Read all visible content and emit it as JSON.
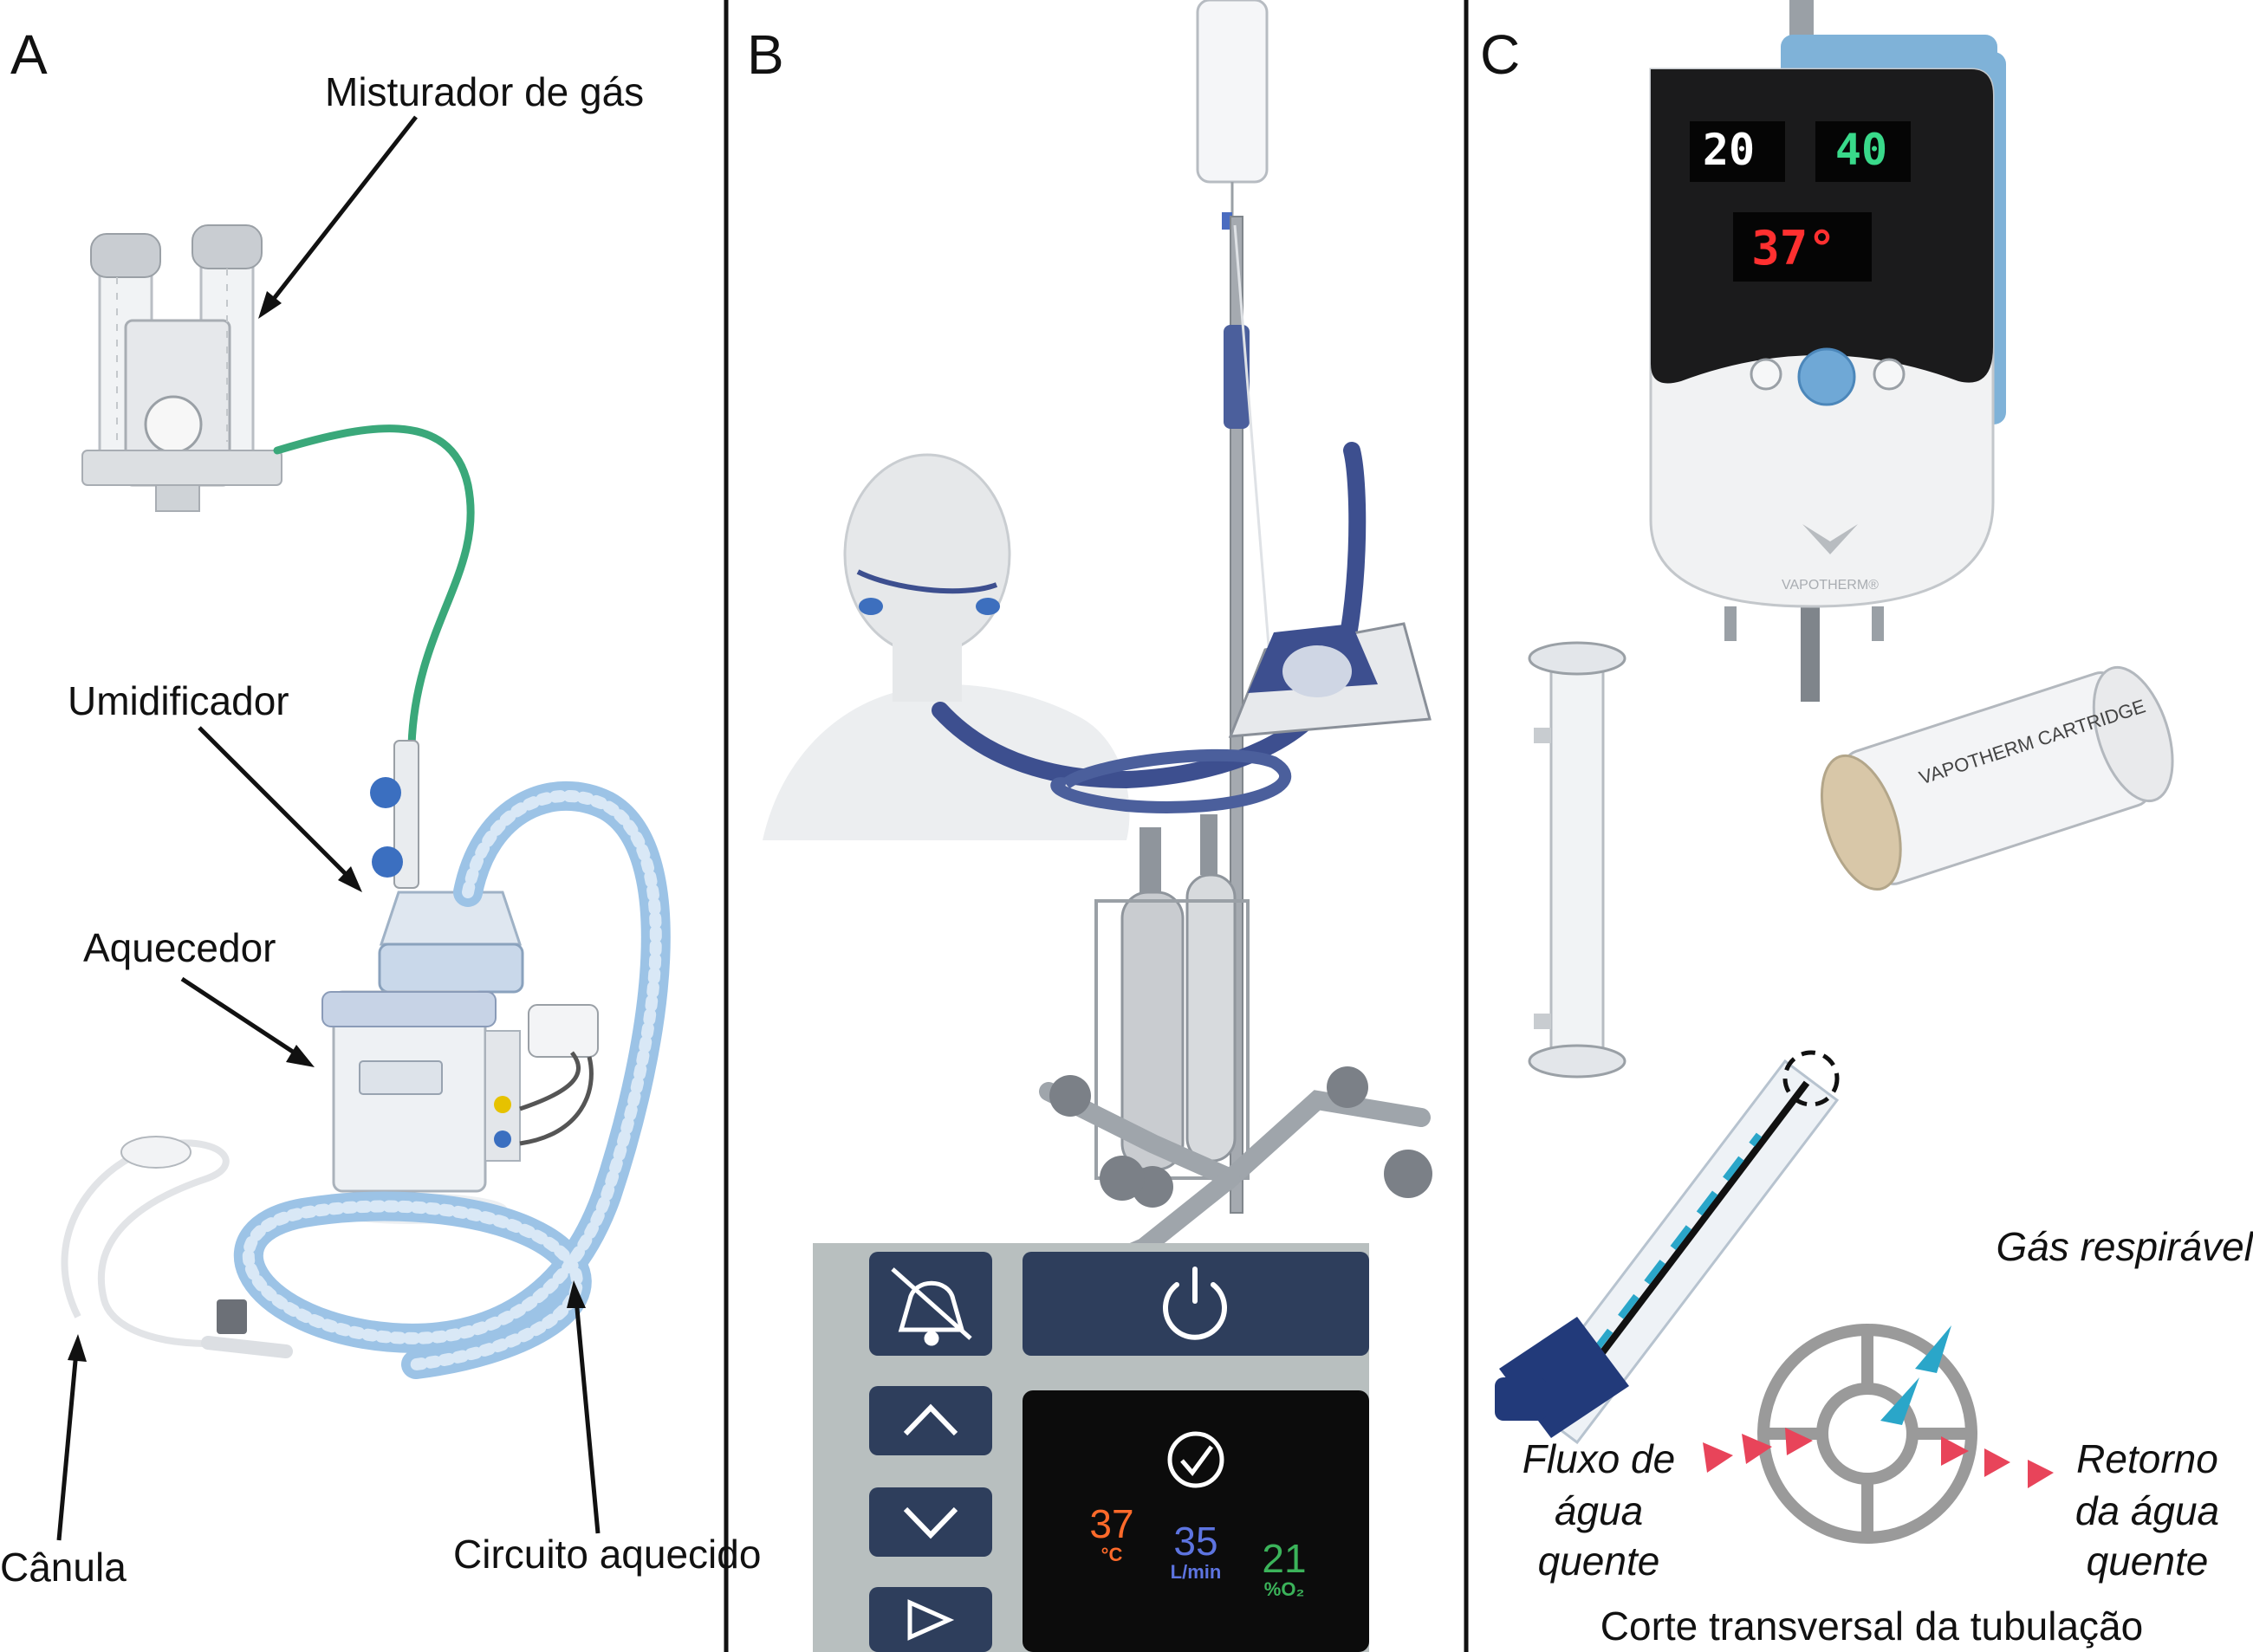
{
  "panels": {
    "a": {
      "letter": "A"
    },
    "b": {
      "letter": "B"
    },
    "c": {
      "letter": "C"
    }
  },
  "panel_a": {
    "labels": {
      "gas_mixer": "Misturador de gás",
      "humidifier": "Umidificador",
      "heater": "Aquecedor",
      "cannula": "Cânula",
      "heated_circuit": "Circuito aquecido"
    }
  },
  "panel_b": {
    "display": {
      "temperature": "37",
      "temperature_unit": "°C",
      "flow": "35",
      "flow_unit": "L/min",
      "oxygen": "21",
      "oxygen_unit": "%O₂"
    }
  },
  "panel_c": {
    "device": {
      "flow_readout": "20",
      "oxygen_readout": "40",
      "temperature_readout": "37°",
      "brand": "VAPOTHERM®"
    },
    "cartridge_label": "VAPOTHERM CARTRIDGE",
    "labels": {
      "breathable_gas": "Gás respirável",
      "hot_water_flow_line1": "Fluxo de",
      "hot_water_flow_line2": "água",
      "hot_water_flow_line3": "quente",
      "hot_water_return_line1": "Retorno",
      "hot_water_return_line2": "da água",
      "hot_water_return_line3": "quente",
      "cross_section": "Corte transversal da tubulação"
    }
  },
  "colors": {
    "divider": "#111111",
    "tube_blue": "#9cc3e6",
    "device_blue": "#3d4f8f",
    "green_tube": "#3aa87a",
    "red_digits": "#ff3030",
    "green_digits": "#39d98a",
    "arrow_red": "#e8445a",
    "arrow_cyan": "#2aa6c9"
  }
}
